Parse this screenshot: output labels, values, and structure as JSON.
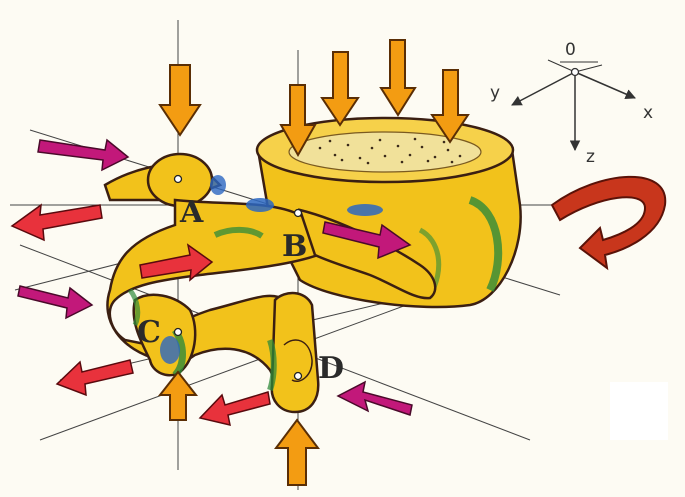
{
  "points": {
    "a": "A",
    "b": "B",
    "c": "C",
    "d": "D"
  },
  "axes": {
    "origin": "0",
    "x": "x",
    "y": "y",
    "z": "z"
  },
  "colors": {
    "bone": "#f2c21b",
    "bone_shade": "#e0a812",
    "outline": "#3b1f12",
    "green": "#2f8a3a",
    "blue": "#2b67c2",
    "orange_arrow": "#f39c12",
    "magenta_arrow": "#c2187a",
    "red_arrow": "#e8323c",
    "rotation_arrow": "#c8361c"
  }
}
